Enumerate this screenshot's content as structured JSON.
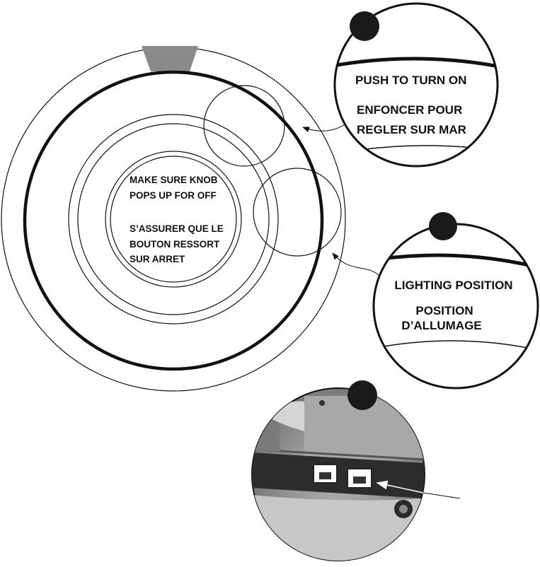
{
  "knob": {
    "center_text": [
      "MAKE SURE KNOB",
      "POPS UP FOR OFF",
      "S’ASSURER QUE LE",
      "BOUTON RESSORT",
      "SUR ARRET"
    ]
  },
  "callouts": {
    "push": [
      "PUSH TO TURN ON",
      "ENFONCER POUR",
      "REGLER SUR MAR"
    ],
    "lighting": [
      "LIGHTING POSITION",
      "POSITION",
      "D’ALLUMAGE"
    ]
  },
  "colors": {
    "line": "#111111",
    "indicator": "#8a8a8a",
    "badge": "#1a1a1a",
    "photo_bg": "#9a9a9a"
  },
  "icons": {
    "badge": "filled-circle-badge",
    "arrow": "pointer-arrow"
  }
}
